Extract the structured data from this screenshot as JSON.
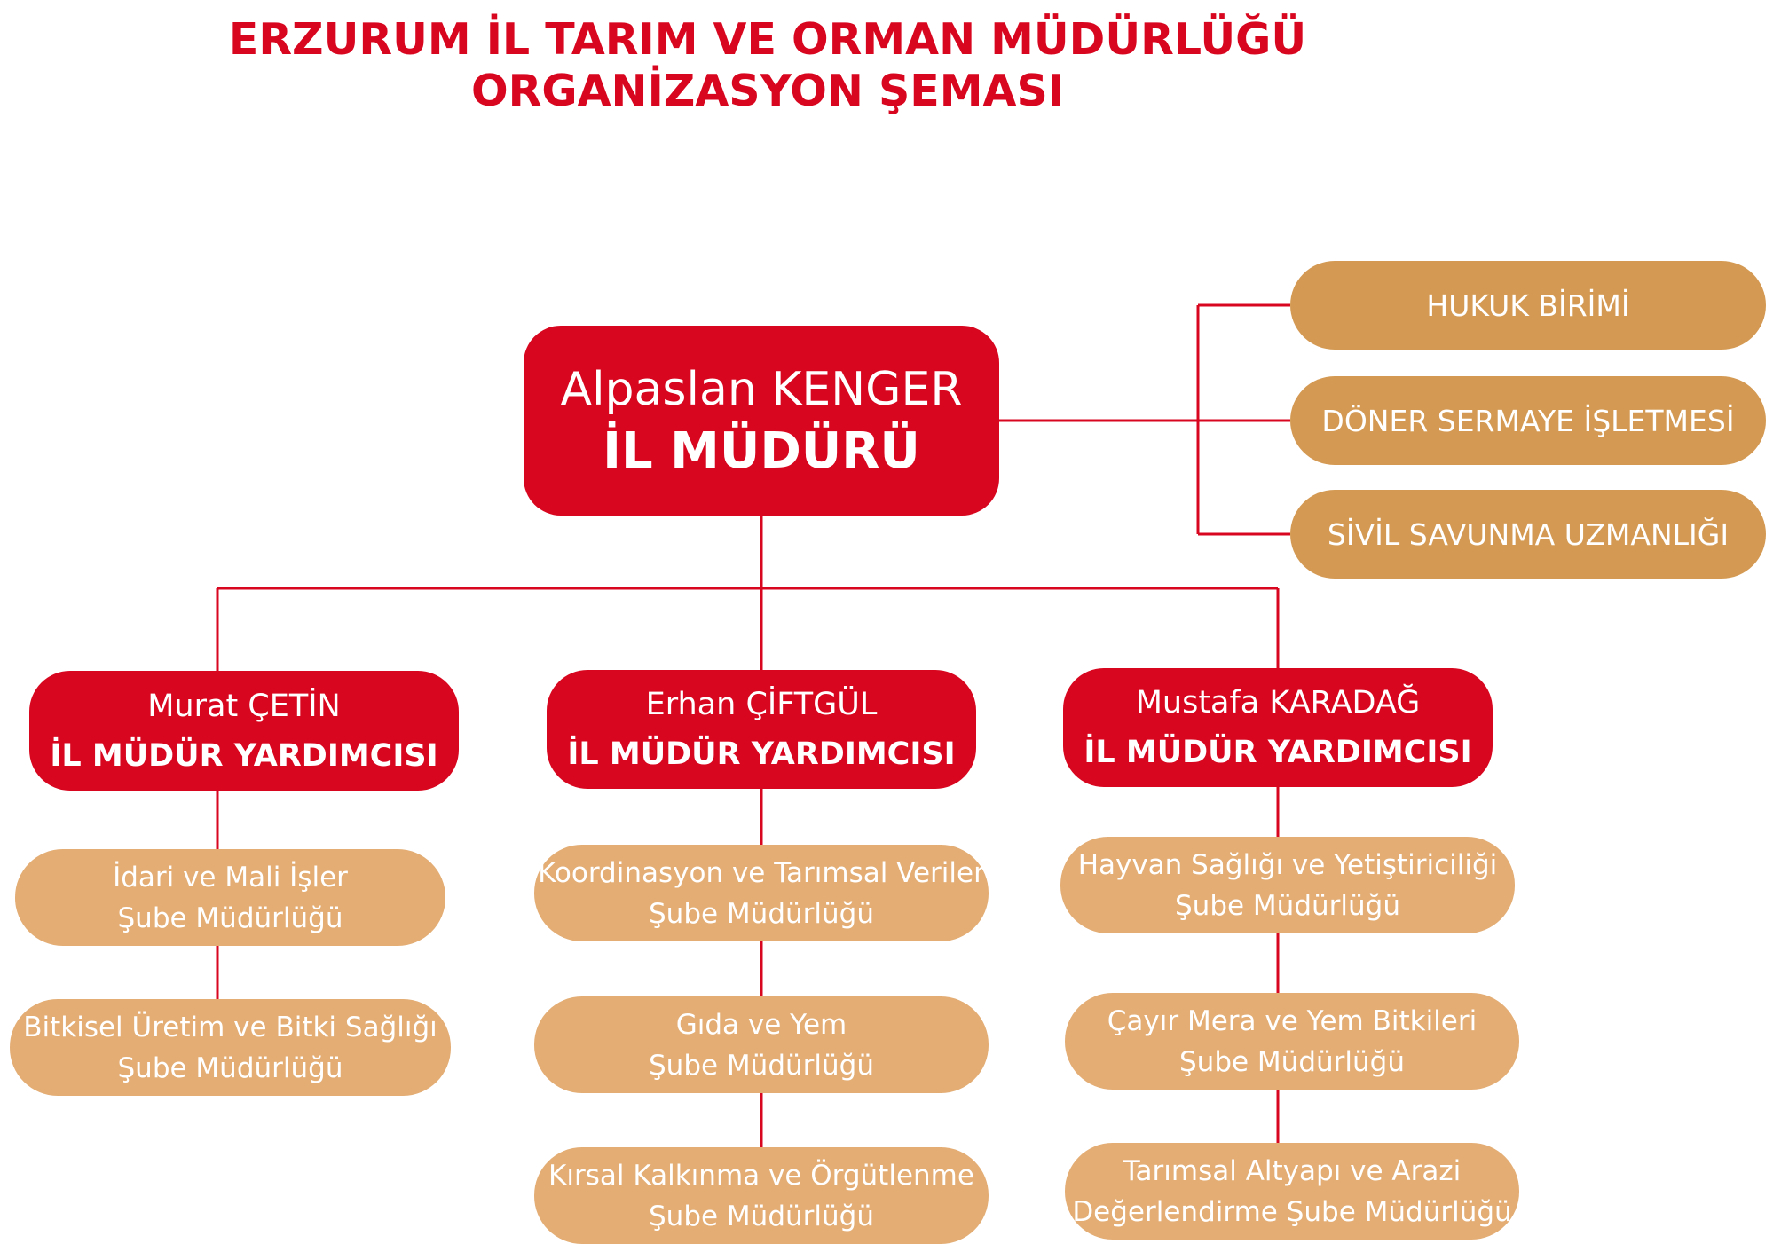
{
  "header": {
    "title_line1": "ERZURUM İL TARIM VE ORMAN MÜDÜRLÜĞÜ",
    "title_line2": "ORGANİZASYON ŞEMASI"
  },
  "colors": {
    "primary_red": "#d8061f",
    "unit_tan": "#e3ad74",
    "side_unit_gold": "#d49a53",
    "text_white": "#ffffff"
  },
  "director": {
    "name": "Alpaslan KENGER",
    "title": "İL MÜDÜRÜ"
  },
  "side_units": [
    "HUKUK BİRİMİ",
    "DÖNER SERMAYE İŞLETMESİ",
    "SİVİL SAVUNMA UZMANLIĞI"
  ],
  "deputies": [
    {
      "name": "Murat ÇETİN",
      "title": "İL MÜDÜR YARDIMCISI",
      "units": [
        [
          "İdari ve Mali İşler",
          "Şube Müdürlüğü"
        ],
        [
          "Bitkisel Üretim ve Bitki Sağlığı",
          "Şube Müdürlüğü"
        ]
      ]
    },
    {
      "name": "Erhan ÇİFTGÜL",
      "title": "İL MÜDÜR YARDIMCISI",
      "units": [
        [
          "Koordinasyon ve Tarımsal Veriler",
          "Şube Müdürlüğü"
        ],
        [
          "Gıda ve Yem",
          "Şube Müdürlüğü"
        ],
        [
          "Kırsal Kalkınma ve Örgütlenme",
          "Şube Müdürlüğü"
        ]
      ]
    },
    {
      "name": "Mustafa KARADAĞ",
      "title": "İL MÜDÜR YARDIMCISI",
      "units": [
        [
          "Hayvan Sağlığı ve Yetiştiriciliği",
          "Şube Müdürlüğü"
        ],
        [
          "Çayır Mera ve Yem Bitkileri",
          "Şube Müdürlüğü"
        ],
        [
          "Tarımsal Altyapı ve Arazi",
          "Değerlendirme Şube Müdürlüğü"
        ]
      ]
    }
  ]
}
